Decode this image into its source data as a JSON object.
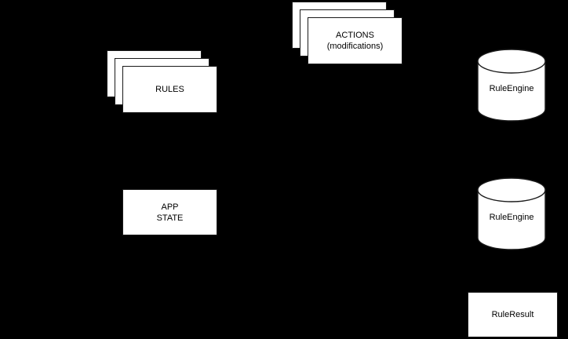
{
  "diagram": {
    "background_color": "#000000",
    "shape_fill_color": "#ffffff",
    "shape_stroke_color": "#1a1a1a",
    "text_color": "#000000",
    "nodes": {
      "rules": {
        "label": "RULES",
        "shape": "stacked-rectangle",
        "stack_count": 3
      },
      "actions": {
        "label_line1": "ACTIONS",
        "label_line2": "(modifications)",
        "shape": "stacked-rectangle",
        "stack_count": 3
      },
      "app_state": {
        "label_line1": "APP",
        "label_line2": "STATE",
        "shape": "rectangle"
      },
      "rule_engine_top": {
        "label": "RuleEngine",
        "shape": "cylinder"
      },
      "rule_engine_bottom": {
        "label": "RuleEngine",
        "shape": "cylinder"
      },
      "rule_result": {
        "label": "RuleResult",
        "shape": "rectangle"
      }
    }
  }
}
